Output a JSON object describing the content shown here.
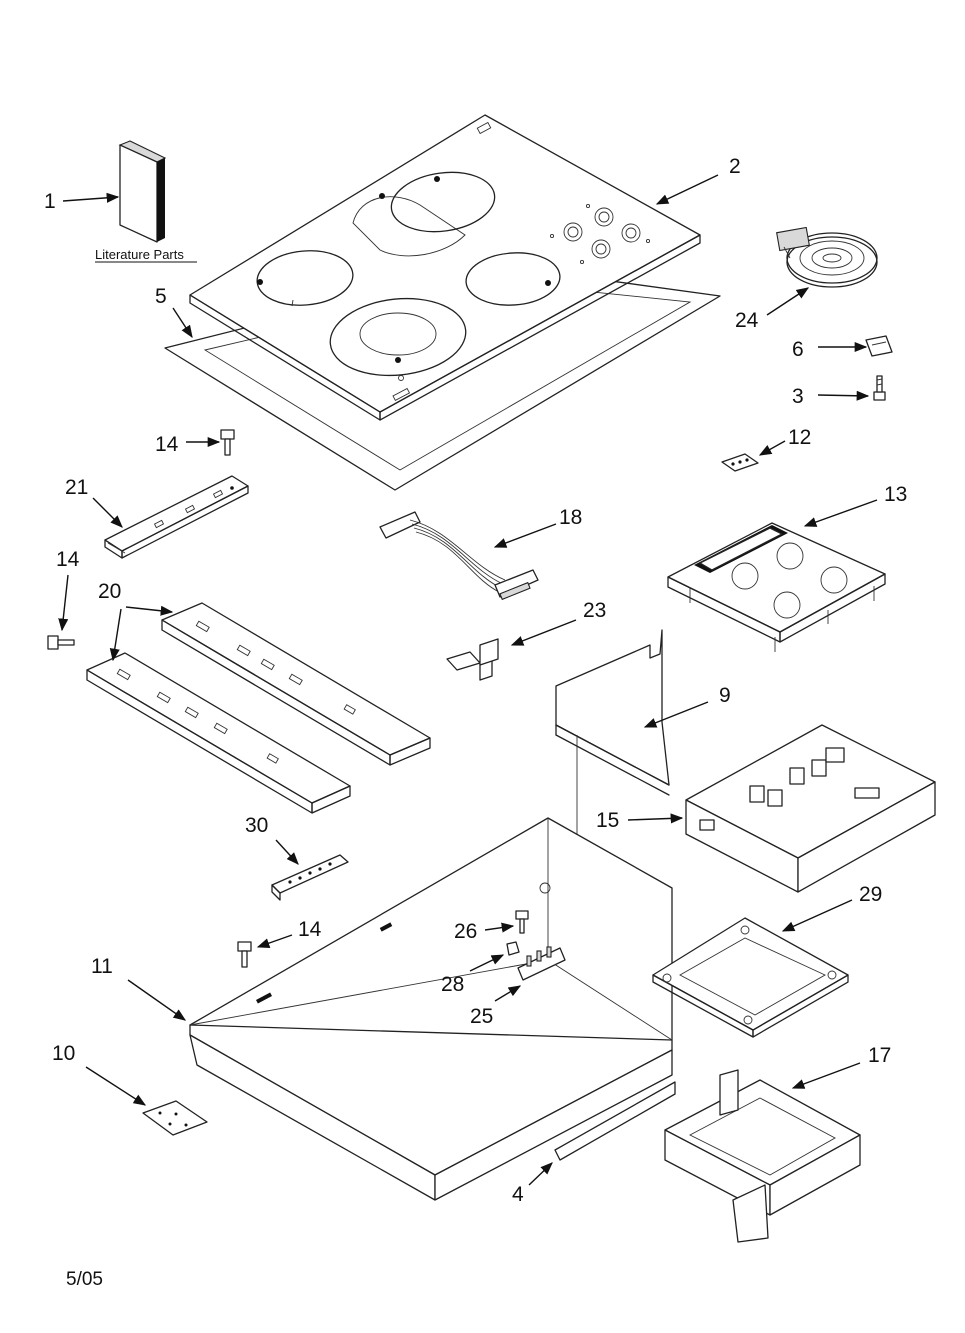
{
  "literature_label": "Literature Parts",
  "date": "5/05",
  "callouts": {
    "c1": "1",
    "c2": "2",
    "c3": "3",
    "c4": "4",
    "c5": "5",
    "c6": "6",
    "c9": "9",
    "c10": "10",
    "c11": "11",
    "c12": "12",
    "c13": "13",
    "c14a": "14",
    "c14b": "14",
    "c14c": "14",
    "c15": "15",
    "c17": "17",
    "c18": "18",
    "c20": "20",
    "c21": "21",
    "c23": "23",
    "c24": "24",
    "c25": "25",
    "c26": "26",
    "c28": "28",
    "c29": "29",
    "c30": "30"
  }
}
